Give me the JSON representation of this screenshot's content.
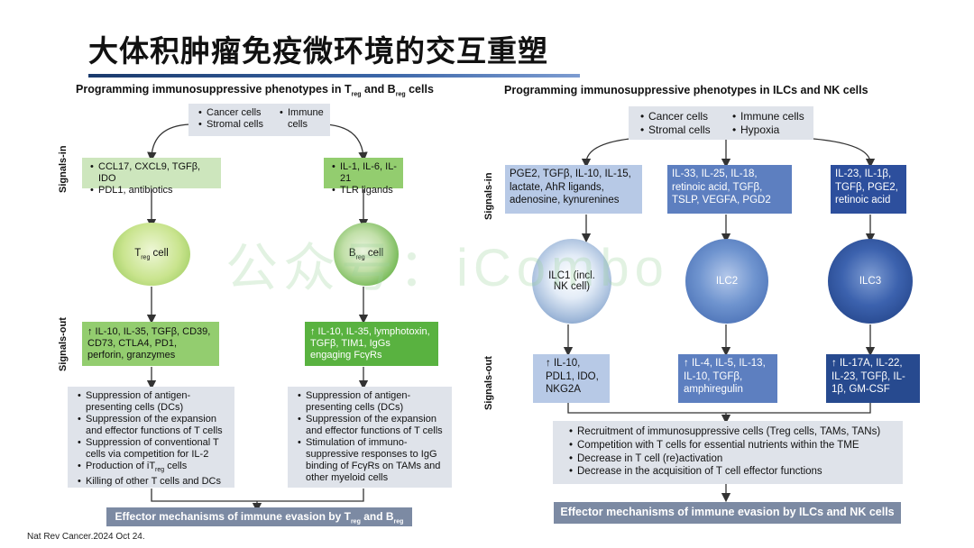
{
  "slide_title": "大体积肿瘤免疫微环境的交互重塑",
  "watermark": "公众号：iCombo",
  "citation": "Nat Rev Cancer.2024 Oct 24.",
  "left_panel": {
    "title": "Programming immunosuppressive phenotypes in T",
    "title_sub1": "reg",
    "title_mid": " and B",
    "title_sub2": "reg",
    "title_end": " cells",
    "signals_in_label": "Signals-in",
    "signals_out_label": "Signals-out",
    "source": [
      "Cancer cells",
      "Stromal cells",
      "Immune cells"
    ],
    "treg_in": [
      "CCL17, CXCL9, TGFβ, IDO",
      "PDL1, antibiotics"
    ],
    "breg_in": [
      "IL-1, IL-6, IL-21",
      "TLR ligands"
    ],
    "treg_cell": "T",
    "treg_cell_sub": "reg",
    "treg_cell_end": " cell",
    "breg_cell": "B",
    "breg_cell_sub": "reg",
    "breg_cell_end": " cell",
    "treg_out": "↑ IL-10, IL-35, TGFβ, CD39, CD73, CTLA4, PD1, perforin, granzymes",
    "breg_out": "↑ IL-10, IL-35, lymphotoxin, TGFβ, TIM1, IgGs engaging FcγRs",
    "treg_effects": [
      "Suppression of antigen-presenting cells (DCs)",
      "Suppression of the expansion and effector functions of T cells",
      "Suppression of conventional T cells via competition for IL-2",
      "Production of iT",
      "Killing of other T cells and DCs"
    ],
    "treg_effect_sub": "reg",
    "treg_effect_end": " cells",
    "breg_effects": [
      "Suppression of antigen-presenting cells (DCs)",
      "Suppression of the expansion and effector functions of T cells",
      "Stimulation of immuno-suppressive responses to IgG binding of FcγRs on TAMs and other myeloid cells"
    ],
    "bottom_bar": "Effector mechanisms of immune evasion by T",
    "bottom_sub1": "reg",
    "bottom_mid": " and B",
    "bottom_sub2": "reg",
    "bottom_end": " cells"
  },
  "right_panel": {
    "title": "Programming immunosuppressive phenotypes in ILCs and NK cells",
    "signals_in_label": "Signals-in",
    "signals_out_label": "Signals-out",
    "source": [
      "Cancer cells",
      "Stromal cells",
      "Immune cells",
      "Hypoxia"
    ],
    "ilc1_in": "PGE2, TGFβ, IL-10, IL-15, lactate, AhR ligands, adenosine, kynurenines",
    "ilc2_in": "IL-33, IL-25, IL-18, retinoic acid, TGFβ, TSLP, VEGFA, PGD2",
    "ilc3_in": "IL-23, IL-1β, TGFβ, PGE2, retinoic acid",
    "ilc1_cell": "ILC1 (incl. NK cell)",
    "ilc2_cell": "ILC2",
    "ilc3_cell": "ILC3",
    "ilc1_out": "↑ IL-10, PDL1, IDO, NKG2A",
    "ilc2_out": "↑ IL-4, IL-5, IL-13, IL-10, TGFβ, amphiregulin",
    "ilc3_out": "↑ IL-17A, IL-22, IL-23, TGFβ, IL-1β, GM-CSF",
    "effects": [
      "Recruitment of immunosuppressive cells (Treg cells, TAMs, TANs)",
      "Competition with T cells for essential nutrients within the TME",
      "Decrease in T cell (re)activation",
      "Decrease in the acquisition of T cell effector functions"
    ],
    "bottom_bar": "Effector mechanisms of immune evasion by ILCs and NK cells"
  }
}
